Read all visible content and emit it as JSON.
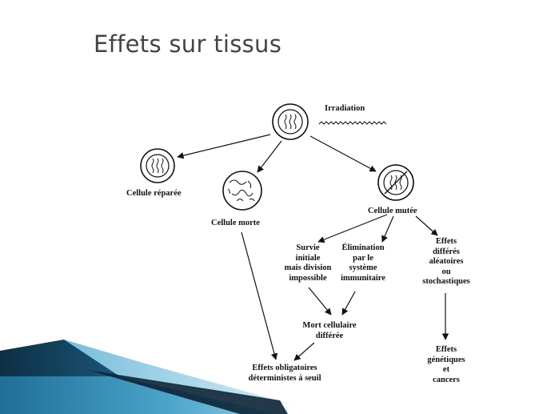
{
  "slide": {
    "title": "Effets sur tissus"
  },
  "diagram": {
    "irradiation_label": "Irradiation",
    "nodes": {
      "repaired_cell": "Cellule réparée",
      "dead_cell": "Cellule morte",
      "mutated_cell": "Cellule mutée",
      "initial_survival": [
        "Survie",
        "initiale",
        "mais division",
        "impossible"
      ],
      "immune_elimination": [
        "Élimination",
        "par le",
        "système",
        "immunitaire"
      ],
      "stochastic_effects": [
        "Effets",
        "différés",
        "aléatoires",
        "ou",
        "stochastiques"
      ],
      "delayed_cell_death": [
        "Mort cellulaire",
        "différée"
      ],
      "deterministic_effects": [
        "Effets obligatoires",
        "déterministes à seuil"
      ],
      "genetic_effects": [
        "Effets",
        "génétiques",
        "et",
        "cancers"
      ]
    }
  },
  "colors": {
    "title": "#444444",
    "diagram_ink": "#111111",
    "ribbon_dark": "#0d2f45",
    "ribbon_mid": "#1f6f98",
    "ribbon_light": "#8fcbe3"
  }
}
